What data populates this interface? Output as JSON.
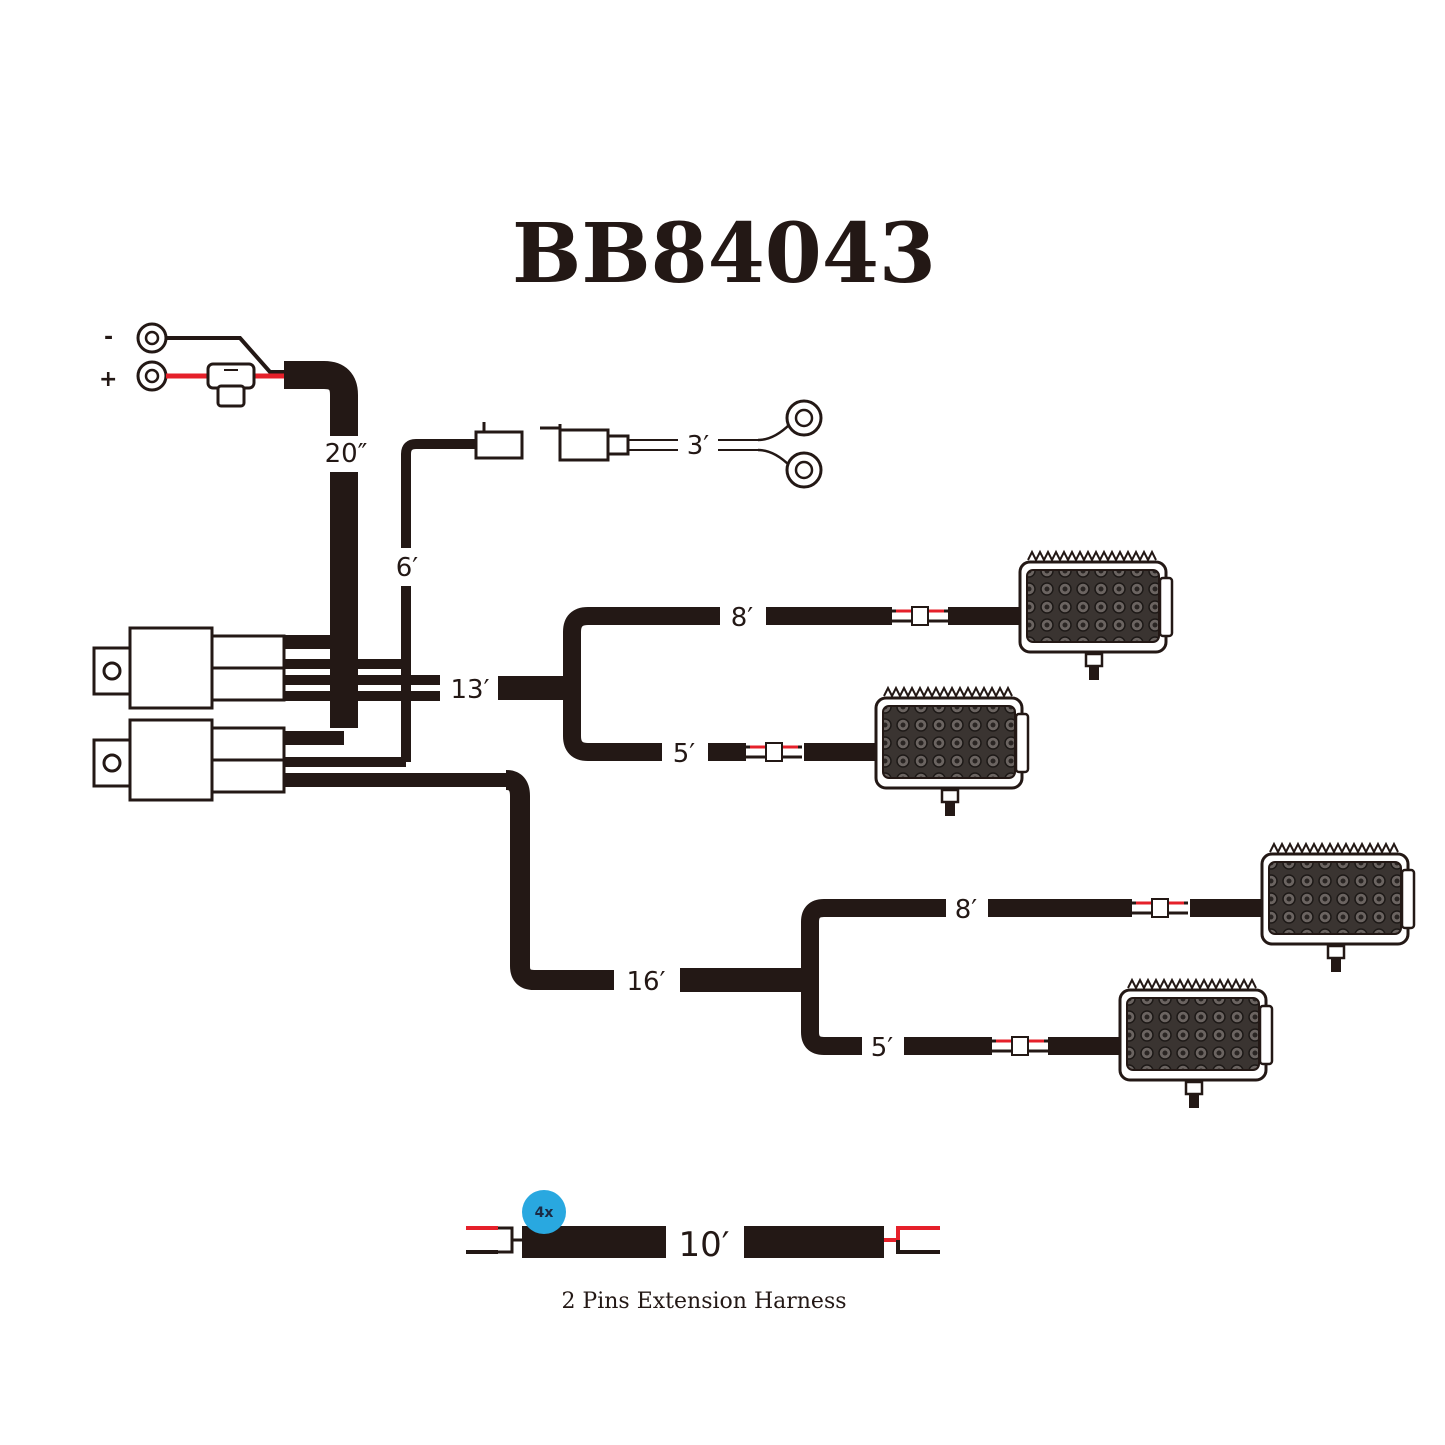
{
  "title": "BB84043",
  "terminals": {
    "negative": "-",
    "positive": "+"
  },
  "lengths": {
    "main_power": "20″",
    "switch_lead": "6′",
    "switch_pigtail": "3′",
    "trunk_a": "13′",
    "trunk_a_upper": "8′",
    "trunk_a_lower": "5′",
    "trunk_b": "16′",
    "trunk_b_upper": "8′",
    "trunk_b_lower": "5′"
  },
  "extension": {
    "badge": "4x",
    "length": "10′",
    "caption": "2 Pins Extension Harness"
  },
  "colors": {
    "harness": "#231815",
    "wire_red": "#e5202a",
    "badge": "#29a8e0",
    "connector_fill": "#ffffff"
  }
}
